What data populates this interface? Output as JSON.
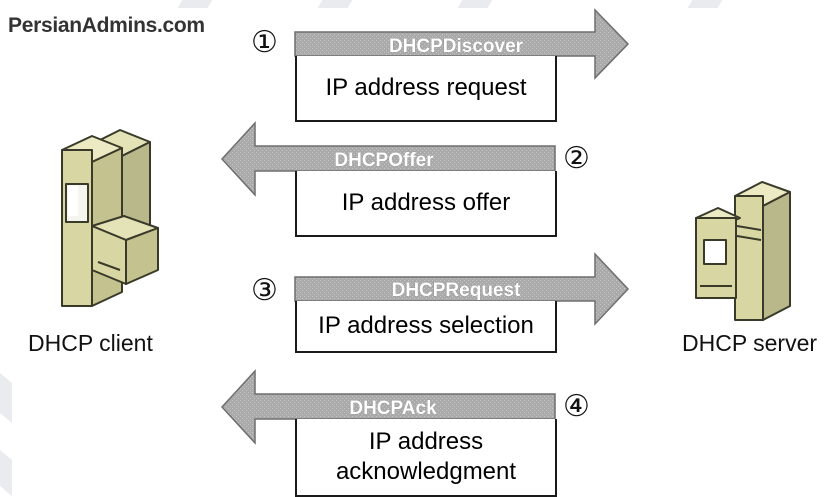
{
  "watermark": "PersianAdmins.com",
  "steps": [
    {
      "number": "①",
      "message": "DHCPDiscover",
      "description": "IP address request",
      "direction": "to-server"
    },
    {
      "number": "②",
      "message": "DHCPOffer",
      "description": "IP address offer",
      "direction": "to-client"
    },
    {
      "number": "③",
      "message": "DHCPRequest",
      "description": "IP address selection",
      "direction": "to-server"
    },
    {
      "number": "④",
      "message": "DHCPAck",
      "description": "IP address acknowledgment",
      "direction": "to-client"
    }
  ],
  "client": {
    "label": "DHCP client"
  },
  "server": {
    "label": "DHCP server"
  },
  "colors": {
    "arrow_fill": "#a9a9a9",
    "arrow_stroke": "#6e6e6e",
    "computer_fill": "#d8d7a4",
    "computer_stroke": "#3a3a2a"
  }
}
